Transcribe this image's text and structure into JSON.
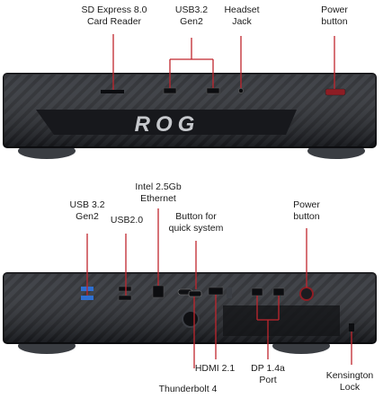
{
  "front_view": {
    "labels": {
      "sd_reader": "SD Express 8.0\nCard Reader",
      "usb_gen2": "USB3.2\nGen2",
      "headset_jack": "Headset\nJack",
      "power_button": "Power\nbutton"
    },
    "logo_text": "ROG"
  },
  "rear_view": {
    "labels": {
      "usb_gen2": "USB 3.2\nGen2",
      "usb2": "USB2.0",
      "ethernet": "Intel 2.5Gb\nEthernet",
      "quick_button": "Button for\nquick system",
      "power_button": "Power\nbutton",
      "hdmi": "HDMI 2.1",
      "dp": "DP 1.4a\nPort",
      "thunderbolt": "Thunderbolt 4",
      "kensington": "Kensington\nLock"
    }
  },
  "colors": {
    "callout": "#c0262e",
    "chassis": "#25282d",
    "usb_blue": "#2e6fd1"
  }
}
